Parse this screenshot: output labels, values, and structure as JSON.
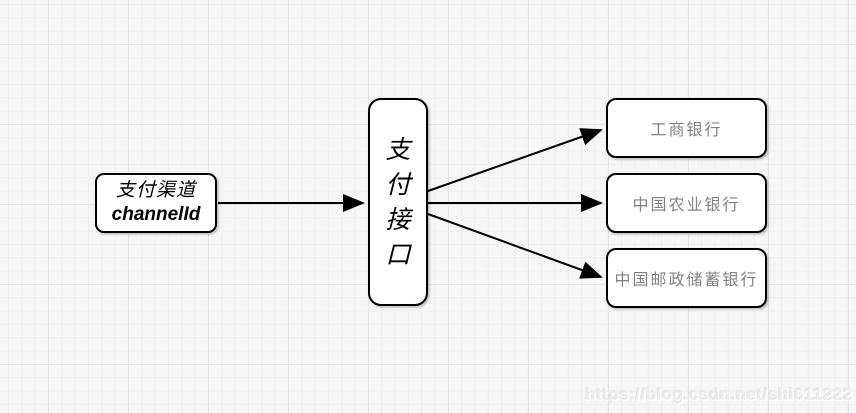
{
  "diagram": {
    "source_node": {
      "title": "支付渠道",
      "subtitle": "channelId"
    },
    "interface_node": {
      "label": "支付接口"
    },
    "bank_nodes": [
      {
        "label": "工商银行"
      },
      {
        "label": "中国农业银行"
      },
      {
        "label": "中国邮政储蓄银行"
      }
    ],
    "connectors": [
      {
        "from": "payment-channel",
        "to": "payment-interface"
      },
      {
        "from": "payment-interface",
        "to": "bank-icbc"
      },
      {
        "from": "payment-interface",
        "to": "bank-abc"
      },
      {
        "from": "payment-interface",
        "to": "bank-psbc"
      }
    ]
  },
  "watermark": {
    "text": "https://blog.csdn.net/shi611222"
  },
  "colors": {
    "background": "#f5f6f6",
    "grid_minor": "#eeefef",
    "grid_major": "#e2e3e3",
    "node_border": "#000000",
    "node_fill": "#ffffff",
    "source_text": "#000000",
    "bank_text": "#828282",
    "watermark_text": "#ececec"
  }
}
